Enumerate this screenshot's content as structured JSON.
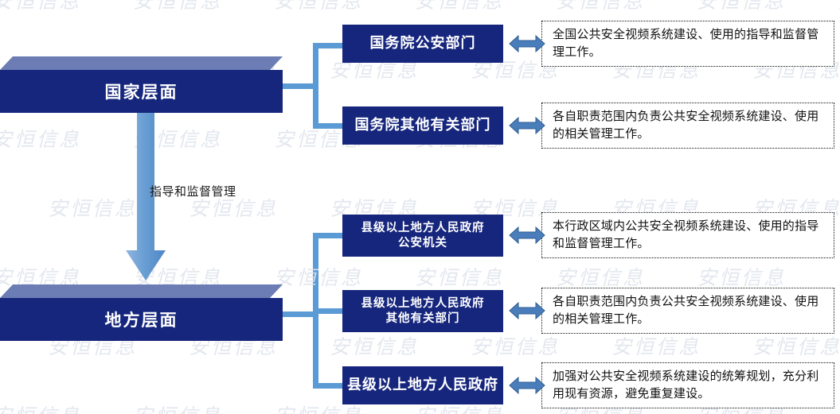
{
  "diagram": {
    "title_national": "国家层面",
    "title_local": "地方层面",
    "flow_label": "指导和监督管理",
    "watermark_text": "安恒信息",
    "colors": {
      "box_navy": "#16267d",
      "box_top_face": "#6c7cb4",
      "connector_blue": "#5b9bd5",
      "arrow_blue": "#4a7ebb",
      "desc_border": "#111111",
      "text_white": "#ffffff",
      "watermark": "#dfe3ec"
    },
    "national_rows": [
      {
        "org": "国务院公安部门",
        "org_lines": [
          "国务院公安部门"
        ],
        "arrow": "double-arrow-horizontal",
        "desc": "全国公共安全视频系统建设、使用的指导和监督管理工作。"
      },
      {
        "org": "国务院其他有关部门",
        "org_lines": [
          "国务院其他有关部门"
        ],
        "arrow": "double-arrow-horizontal",
        "desc": "各自职责范围内负责公共安全视频系统建设、使用的相关管理工作。"
      }
    ],
    "local_rows": [
      {
        "org": "县级以上地方人民政府公安机关",
        "org_lines": [
          "县级以上地方人民政府",
          "公安机关"
        ],
        "arrow": "double-arrow-horizontal",
        "desc": "本行政区域内公共安全视频系统建设、使用的指导和监督管理工作。"
      },
      {
        "org": "县级以上地方人民政府其他有关部门",
        "org_lines": [
          "县级以上地方人民政府",
          "其他有关部门"
        ],
        "arrow": "double-arrow-horizontal",
        "desc": "各自职责范围内负责公共安全视频系统建设、使用的相关管理工作。"
      },
      {
        "org": "县级以上地方人民政府",
        "org_lines": [
          "县级以上地方人民政府"
        ],
        "arrow": "double-arrow-horizontal",
        "desc": "加强对公共安全视频系统建设的统筹规划，充分利用现有资源，避免重复建设。"
      }
    ]
  }
}
